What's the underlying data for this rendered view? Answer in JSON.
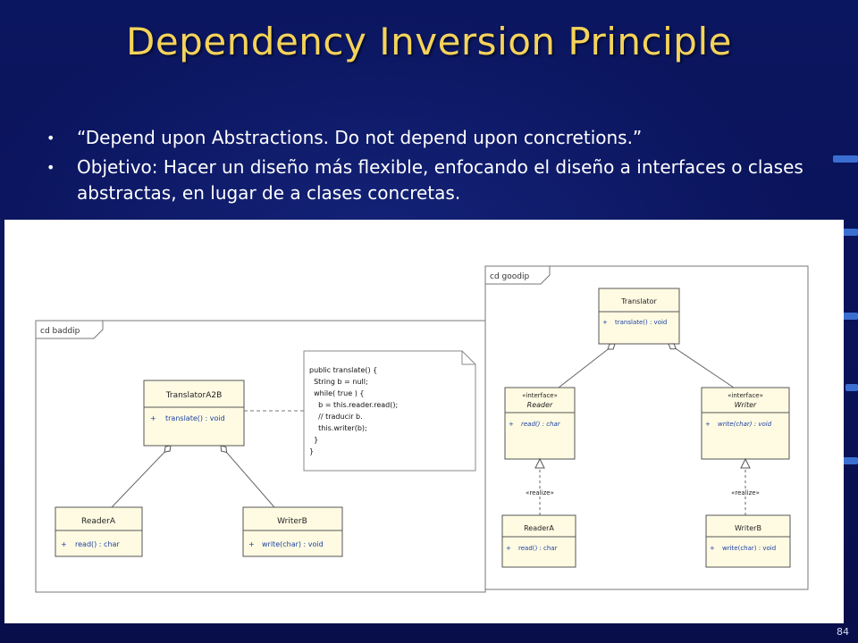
{
  "slide": {
    "title": "Dependency Inversion Principle",
    "page_number": "84"
  },
  "bullets": [
    "“Depend upon Abstractions. Do not depend upon concretions.”",
    "Objetivo: Hacer un diseño más flexible, enfocando el diseño a interfaces o clases abstractas, en lugar de a clases concretas."
  ],
  "bad_diagram": {
    "frame_label": "cd baddip",
    "translator": {
      "name": "TranslatorA2B",
      "op": "translate() : void"
    },
    "reader": {
      "name": "ReaderA",
      "op": "read() : char"
    },
    "writer": {
      "name": "WriterB",
      "op": "write(char) : void"
    },
    "op_marker": "+",
    "note_lines": [
      "public translate() {",
      "  String b = null;",
      "  while( true ) {",
      "    b = this.reader.read();",
      "    // traducir b.",
      "    this.writer(b);",
      "  }",
      "}"
    ]
  },
  "good_diagram": {
    "frame_label": "cd goodip",
    "translator": {
      "name": "Translator",
      "op": "translate() : void"
    },
    "reader_interface": {
      "stereotype": "«interface»",
      "name": "Reader",
      "op": "read() : char"
    },
    "writer_interface": {
      "stereotype": "«interface»",
      "name": "Writer",
      "op": "write(char) : void"
    },
    "reader": {
      "name": "ReaderA",
      "op": "read() : char"
    },
    "writer": {
      "name": "WriterB",
      "op": "write(char) : void"
    },
    "realize_label": "«realize»",
    "op_marker": "+"
  },
  "colors": {
    "background": "#0a1155",
    "title": "#f4d35a",
    "class_fill": "#fffbe3",
    "class_border": "#555555",
    "op_text": "#1a3fa0"
  }
}
